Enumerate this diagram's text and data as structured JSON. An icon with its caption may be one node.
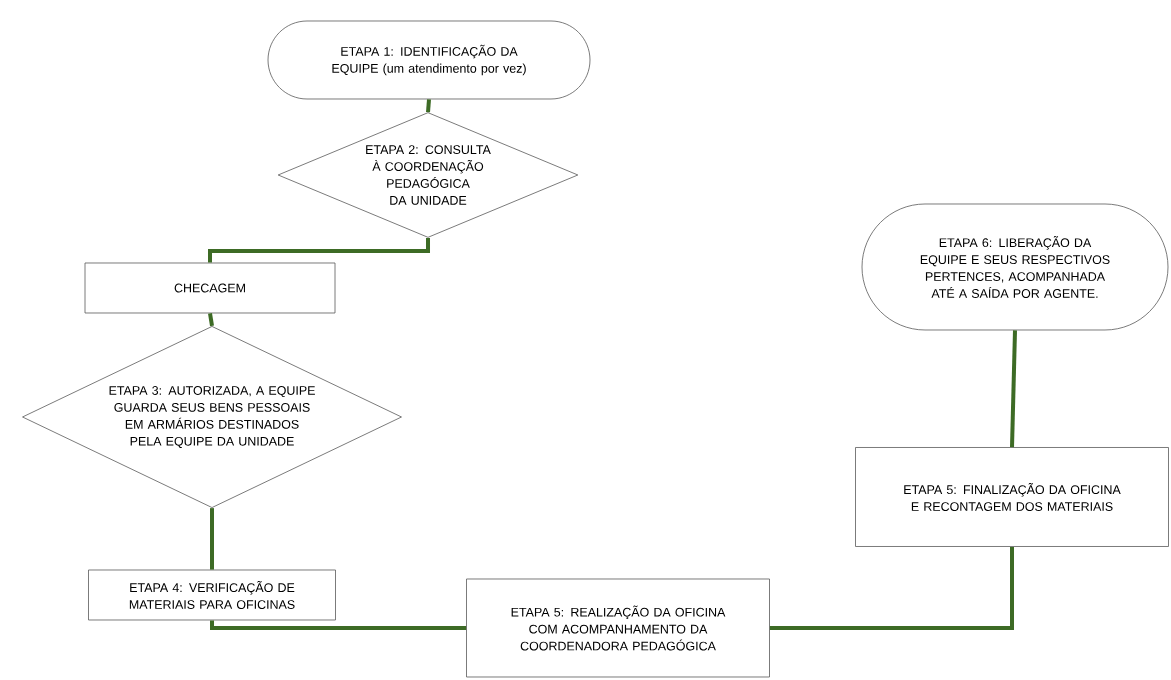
{
  "diagram": {
    "nodes": [
      {
        "text": [
          "ETAPA 1: IDENTIFICAÇÃO DA EQUIPE (um atendimento por vez)"
        ]
      },
      {
        "text": [
          "ETAPA 2: CONSULTA À COORDENAÇÃO PEDAGÓGICA DA UNIDADE"
        ]
      },
      {
        "text": [
          "CHECAGEM"
        ]
      },
      {
        "text": [
          "ETAPA 3: AUTORIZADA, A EQUIPE GUARDA SEUS BENS PESSOAIS EM ARMÁRIOS DESTINADOS PELA EQUIPE DA UNIDADE"
        ]
      },
      {
        "text": [
          "ETAPA 4: VERIFICAÇÃO DE MATERIAIS PARA OFICINAS"
        ]
      },
      {
        "text": [
          "ETAPA 5: REALIZAÇÃO DA OFICINA COM ACOMPANHAMENTO DA COORDENADORA PEDAGÓGICA"
        ]
      },
      {
        "text": [
          "ETAPA 5: FINALIZAÇÃO DA OFICINA E RECONTAGEM DOS MATERIAIS"
        ]
      },
      {
        "text": [
          "ETAPA 6: LIBERAÇÃO DA EQUIPE E SEUS RESPECTIVOS PERTENCES, ACOMPANHADA ATÉ A SAÍDA POR AGENTE."
        ]
      }
    ],
    "edges": [
      {
        "from": 0,
        "to": 1,
        "arrow": "none"
      },
      {
        "from": 1,
        "to": 2,
        "arrow": "none"
      },
      {
        "from": 2,
        "to": 3,
        "arrow": "none"
      },
      {
        "from": 3,
        "to": 4,
        "arrow": "none"
      },
      {
        "from": 4,
        "to": 5,
        "arrow": "none"
      },
      {
        "from": 5,
        "to": 6,
        "arrow": "none"
      },
      {
        "from": 6,
        "to": 7,
        "arrow": "none"
      }
    ]
  }
}
